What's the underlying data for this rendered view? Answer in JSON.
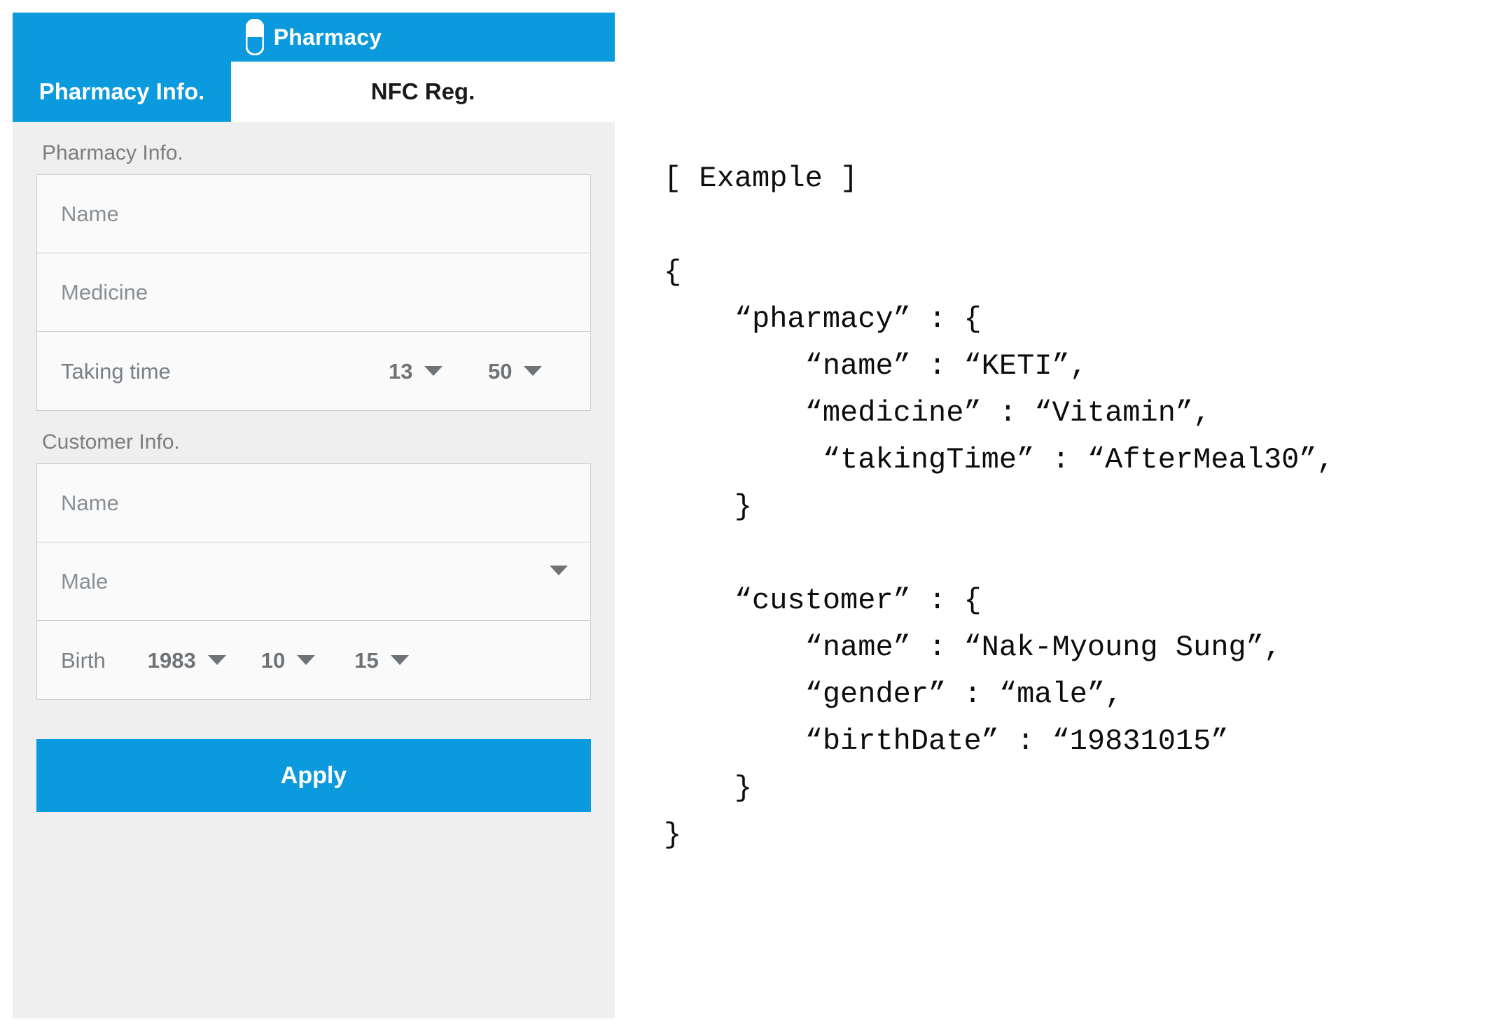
{
  "app": {
    "title": "Pharmacy",
    "icon": "pill-capsule-icon",
    "accent_color": "#0b9add",
    "panel_bg": "#efefef",
    "field_bg": "#fafafa",
    "field_border": "#c9ced3",
    "tabs": [
      {
        "label": "Pharmacy Info.",
        "active": true
      },
      {
        "label": "NFC Reg.",
        "active": false
      }
    ],
    "pharmacy_section": {
      "label": "Pharmacy Info.",
      "name_placeholder": "Name",
      "medicine_placeholder": "Medicine",
      "taking_time_label": "Taking time",
      "taking_time_hour": "13",
      "taking_time_minute": "50"
    },
    "customer_section": {
      "label": "Customer Info.",
      "name_placeholder": "Name",
      "gender_value": "Male",
      "birth_label": "Birth",
      "birth_year": "1983",
      "birth_month": "10",
      "birth_day": "15"
    },
    "apply_label": "Apply"
  },
  "example": {
    "heading": "[ Example ]",
    "lines": [
      "{",
      "    “pharmacy” : {",
      "        “name” : “KETI”,",
      "        “medicine” : “Vitamin”,",
      "         “takingTime” : “AfterMeal30”,",
      "    }",
      "",
      "    “customer” : {",
      "        “name” : “Nak-Myoung Sung”,",
      "        “gender” : “male”,",
      "        “birthDate” : “19831015”",
      "    }",
      "}"
    ],
    "code_block": "{\n    “pharmacy” : {\n        “name” : “KETI”,\n        “medicine” : “Vitamin”,\n         “takingTime” : “AfterMeal30”,\n    }\n\n    “customer” : {\n        “name” : “Nak-Myoung Sung”,\n        “gender” : “male”,\n        “birthDate” : “19831015”\n    }\n}"
  }
}
